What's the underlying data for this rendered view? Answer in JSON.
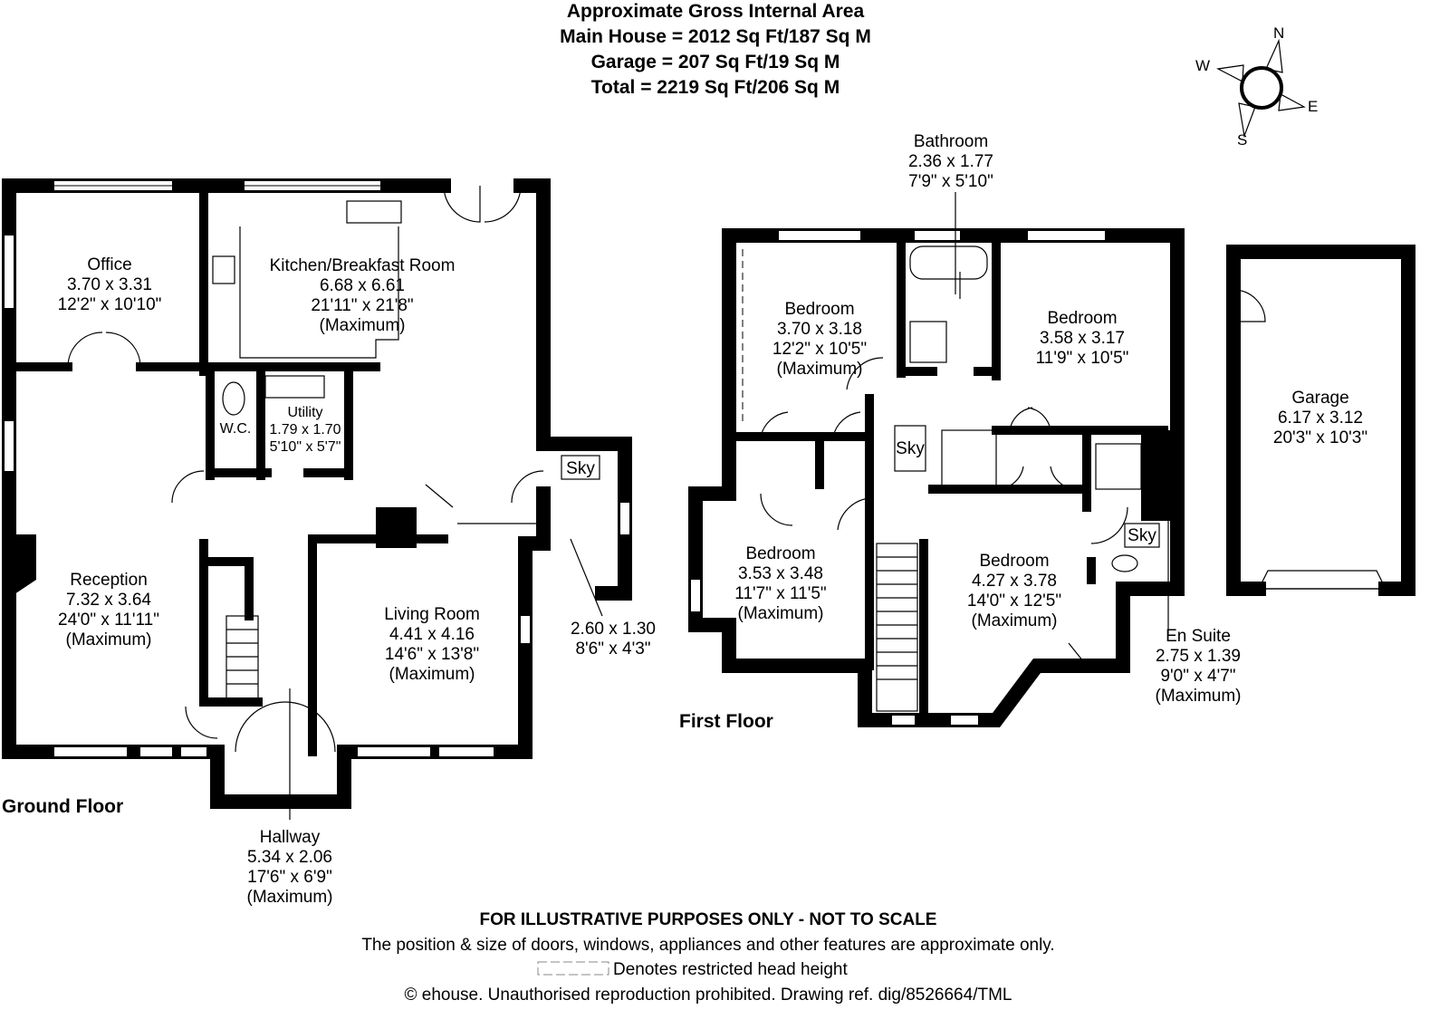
{
  "header": {
    "line1": "Approximate Gross Internal Area",
    "line2": "Main House = 2012 Sq Ft/187 Sq M",
    "line3": "Garage = 207 Sq Ft/19 Sq M",
    "line4": "Total = 2219 Sq Ft/206 Sq M"
  },
  "compass": {
    "n": "N",
    "e": "E",
    "s": "S",
    "w": "W"
  },
  "floors": {
    "ground": "Ground Floor",
    "first": "First Floor"
  },
  "rooms": [
    {
      "name": "Office",
      "metric": "3.70 x 3.31",
      "imperial": "12'2\" x 10'10\""
    },
    {
      "name": "Kitchen/Breakfast Room",
      "metric": "6.68 x 6.61",
      "imperial": "21'11\" x 21'8\"",
      "note": "(Maximum)"
    },
    {
      "name": "W.C."
    },
    {
      "name": "Utility",
      "metric": "1.79 x 1.70",
      "imperial": "5'10\" x 5'7\""
    },
    {
      "name": "Reception",
      "metric": "7.32 x 3.64",
      "imperial": "24'0\" x 11'11\"",
      "note": "(Maximum)"
    },
    {
      "name": "Living Room",
      "metric": "4.41 x 4.16",
      "imperial": "14'6\" x 13'8\"",
      "note": "(Maximum)"
    },
    {
      "name": "",
      "metric": "2.60 x 1.30",
      "imperial": "8'6\" x 4'3\""
    },
    {
      "name": "Hallway",
      "metric": "5.34 x 2.06",
      "imperial": "17'6\" x 6'9\"",
      "note": "(Maximum)"
    },
    {
      "name": "Bathroom",
      "metric": "2.36 x 1.77",
      "imperial": "7'9\" x 5'10\""
    },
    {
      "name": "Bedroom",
      "metric": "3.70 x 3.18",
      "imperial": "12'2\" x 10'5\"",
      "note": "(Maximum)"
    },
    {
      "name": "Bedroom",
      "metric": "3.58 x 3.17",
      "imperial": "11'9\" x 10'5\""
    },
    {
      "name": "Bedroom",
      "metric": "3.53 x 3.48",
      "imperial": "11'7\" x 11'5\"",
      "note": "(Maximum)"
    },
    {
      "name": "Bedroom",
      "metric": "4.27 x 3.78",
      "imperial": "14'0\" x 12'5\"",
      "note": "(Maximum)"
    },
    {
      "name": "En Suite",
      "metric": "2.75 x 1.39",
      "imperial": "9'0\" x 4'7\"",
      "note": "(Maximum)"
    },
    {
      "name": "Garage",
      "metric": "6.17 x 3.12",
      "imperial": "20'3\" x 10'3\""
    }
  ],
  "skylight": "Sky",
  "footer": {
    "disclaimer": "FOR ILLUSTRATIVE PURPOSES ONLY - NOT TO SCALE",
    "note": "The position & size of doors, windows, appliances and other features are approximate only.",
    "legend": "Denotes restricted head height",
    "copyright": "© ehouse. Unauthorised reproduction prohibited. Drawing ref. dig/8526664/TML"
  }
}
